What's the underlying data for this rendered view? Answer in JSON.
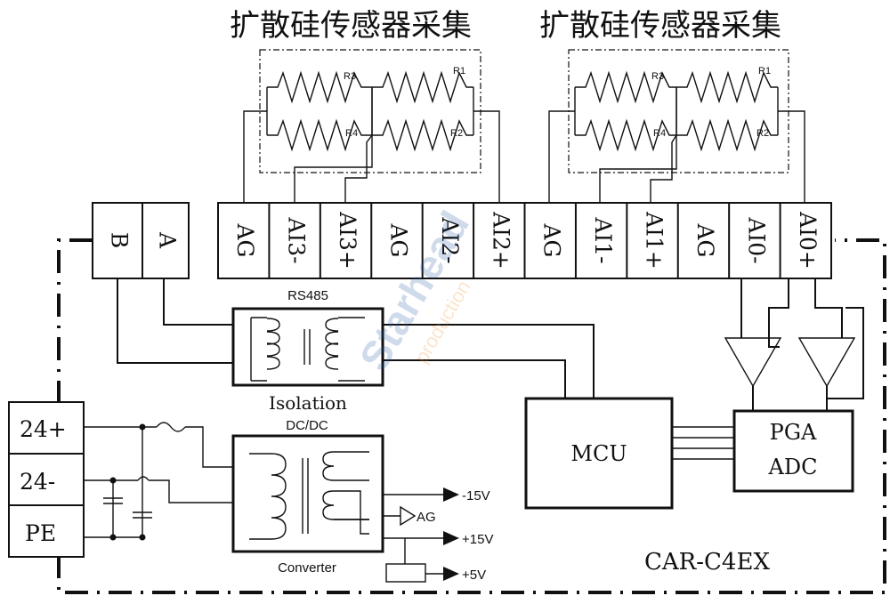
{
  "titles": [
    "扩散硅传感器采集",
    "扩散硅传感器采集"
  ],
  "resistors": [
    "R3",
    "R1",
    "R4",
    "R2"
  ],
  "terminals": [
    "AG",
    "AI3-",
    "AI3+",
    "AG",
    "AI2-",
    "AI2+",
    "AG",
    "AI1-",
    "AI1+",
    "AG",
    "AI0-",
    "AI0+"
  ],
  "bus_terminals": [
    "B",
    "A"
  ],
  "power_terminals": [
    "24+",
    "24-",
    "PE"
  ],
  "rs485": {
    "title": "RS485",
    "caption": "Isolation"
  },
  "dcdc": {
    "title": "DC/DC",
    "caption": "Converter"
  },
  "mcu": "MCU",
  "pga_adc": [
    "PGA",
    "ADC"
  ],
  "outputs": {
    "neg15": "-15V",
    "ag": "AG",
    "pos15": "+15V",
    "pos5": "+5V"
  },
  "model": "CAR-C4EX",
  "watermark": [
    "Starhead",
    "production"
  ]
}
